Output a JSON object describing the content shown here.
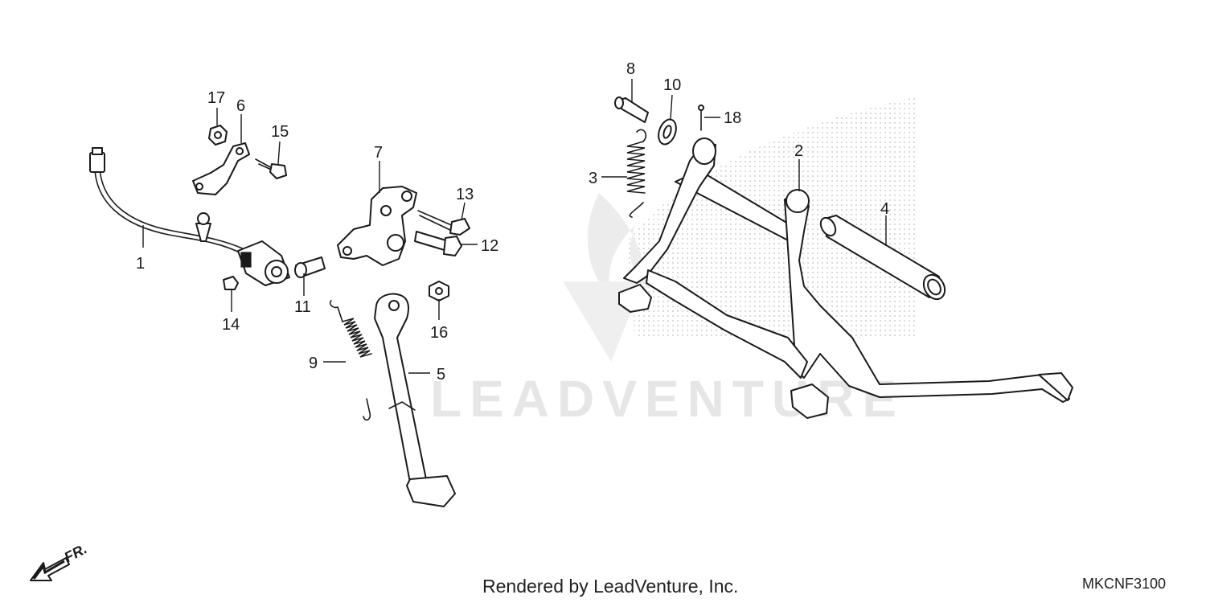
{
  "watermark": "LEADVENTURE",
  "direction_label": "FR.",
  "credit": "Rendered by LeadVenture, Inc.",
  "diagram_code": "MKCNF3100",
  "callouts": {
    "c1": "1",
    "c2": "2",
    "c3": "3",
    "c4": "4",
    "c5": "5",
    "c6": "6",
    "c7": "7",
    "c8": "8",
    "c9": "9",
    "c10": "10",
    "c11": "11",
    "c12": "12",
    "c13": "13",
    "c14": "14",
    "c15": "15",
    "c16": "16",
    "c17": "17",
    "c18": "18"
  }
}
